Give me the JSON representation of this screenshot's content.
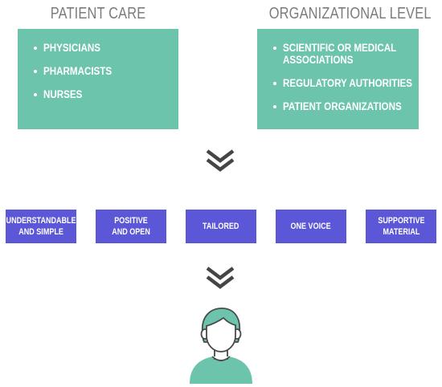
{
  "colors": {
    "heading": "#7c7c7c",
    "green": "#6dc4ad",
    "purple": "#5b57d6",
    "chevron": "#454545",
    "person_fill": "#6dc4ad",
    "person_dark": "#4a4a4a"
  },
  "patient_care": {
    "heading": "PATIENT CARE",
    "items": [
      "PHYSICIANS",
      "PHARMACISTS",
      "NURSES"
    ]
  },
  "organizational_level": {
    "heading": "ORGANIZATIONAL LEVEL",
    "items": [
      "SCIENTIFIC OR MEDICAL ASSOCIATIONS",
      "REGULATORY AUTHORITIES",
      "PATIENT ORGANIZATIONS"
    ]
  },
  "attributes": [
    "UNDERSTANDABLE\nAND SIMPLE",
    "POSITIVE\nAND OPEN",
    "TAILORED",
    "ONE VOICE",
    "SUPPORTIVE\nMATERIAL"
  ],
  "icons": {
    "chevron": "double-chevron-down-icon",
    "person": "person-icon"
  }
}
